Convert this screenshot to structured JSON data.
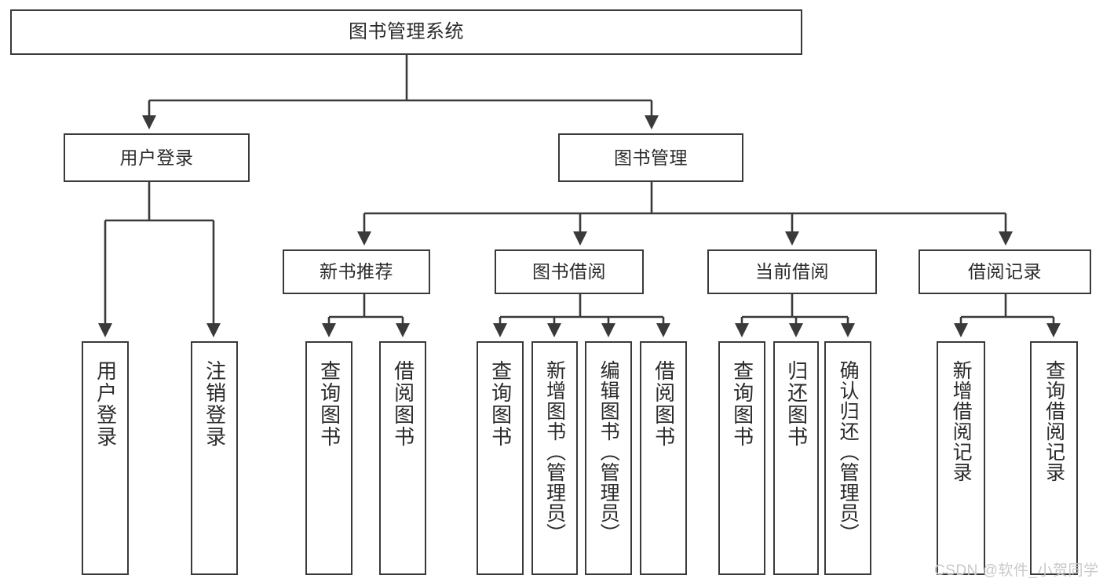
{
  "diagram": {
    "type": "tree",
    "title": "图书管理系统",
    "root": {
      "id": "root",
      "label": "图书管理系统"
    },
    "level2": [
      {
        "id": "user-login",
        "label": "用户登录"
      },
      {
        "id": "book-management",
        "label": "图书管理"
      }
    ],
    "level3": [
      {
        "id": "new-book-recommend",
        "label": "新书推荐"
      },
      {
        "id": "book-borrow",
        "label": "图书借阅"
      },
      {
        "id": "current-borrow",
        "label": "当前借阅"
      },
      {
        "id": "borrow-record",
        "label": "借阅记录"
      }
    ],
    "leaves": {
      "user_login": [
        {
          "id": "leaf-user-login",
          "label": "用户登录"
        },
        {
          "id": "leaf-logout-login",
          "label": "注销登录"
        }
      ],
      "new_book_recommend": [
        {
          "id": "leaf-query-book-1",
          "label": "查询图书"
        },
        {
          "id": "leaf-borrow-book-1",
          "label": "借阅图书"
        }
      ],
      "book_borrow": [
        {
          "id": "leaf-query-book-2",
          "label": "查询图书"
        },
        {
          "id": "leaf-add-book",
          "label": "新增图书（管理员）"
        },
        {
          "id": "leaf-edit-book",
          "label": "编辑图书（管理员）"
        },
        {
          "id": "leaf-borrow-book-2",
          "label": "借阅图书"
        }
      ],
      "current_borrow": [
        {
          "id": "leaf-query-book-3",
          "label": "查询图书"
        },
        {
          "id": "leaf-return-book",
          "label": "归还图书"
        },
        {
          "id": "leaf-confirm-return",
          "label": "确认归还（管理员）"
        }
      ],
      "borrow_record": [
        {
          "id": "leaf-add-record",
          "label": "新增借阅记录"
        },
        {
          "id": "leaf-query-record",
          "label": "查询借阅记录"
        }
      ]
    },
    "watermark": "CSDN @软件_小贺同学",
    "colors": {
      "stroke": "#3a3a3a",
      "background": "#ffffff",
      "text": "#2b2b2b",
      "watermark": "#c9c9c9"
    }
  }
}
